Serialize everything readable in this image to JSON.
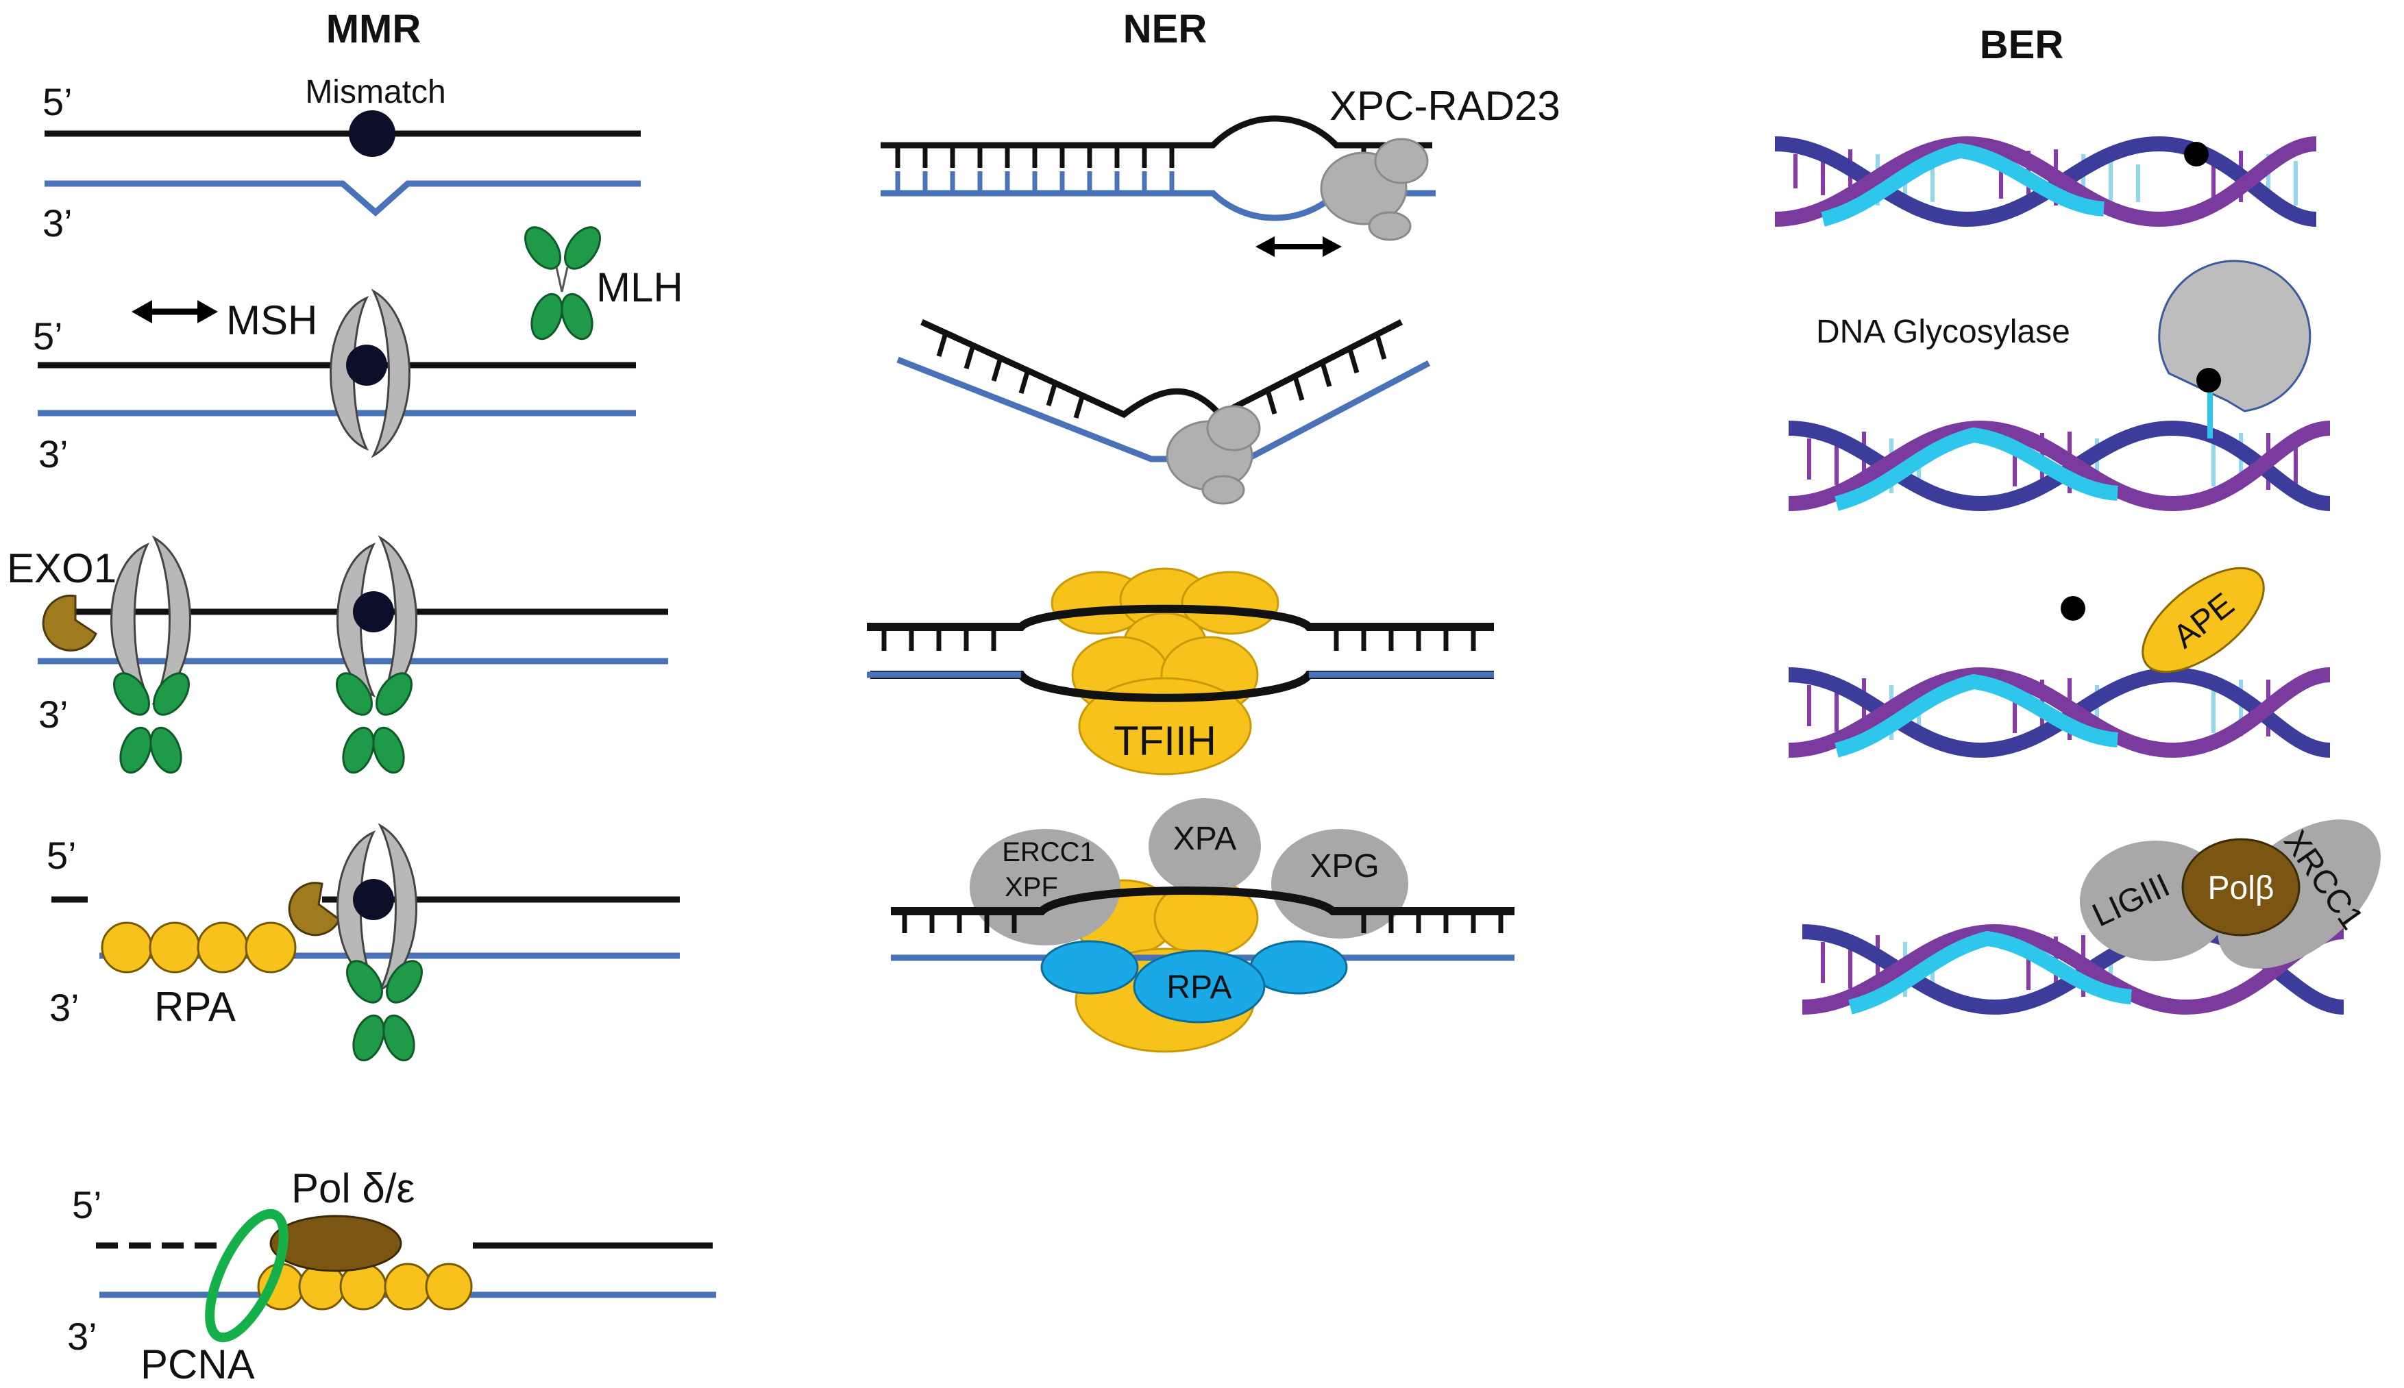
{
  "colors": {
    "strand_top": "#111111",
    "strand_bottom": "#4a72b8",
    "protein_gray": "#b8b8b8",
    "protein_gray_dark": "#9a9a9a",
    "mlh_green": "#1e9a48",
    "exo_brown": "#a07a1e",
    "rpa_yellow": "#f6c21b",
    "pol_brown": "#7a5612",
    "pcna_green": "#16b04a",
    "rpa_blue": "#1aa9e6",
    "helix_dark": "#3c3c9a",
    "helix_purple": "#7a3a9e",
    "helix_cyan": "#2ec6ea"
  },
  "columns": {
    "mmr": {
      "title": "MMR"
    },
    "ner": {
      "title": "NER"
    },
    "ber": {
      "title": "BER"
    }
  },
  "mmr": {
    "five_prime": "5’",
    "three_prime": "3’",
    "mismatch": "Mismatch",
    "msh": "MSH",
    "mlh": "MLH",
    "exo1": "EXO1",
    "rpa": "RPA",
    "pol": "Pol δ/ε",
    "pcna": "PCNA"
  },
  "ner": {
    "xpc": "XPC-RAD23",
    "tfiih": "TFIIH",
    "ercc1": "ERCC1",
    "xpf": "XPF",
    "xpa": "XPA",
    "xpg": "XPG",
    "rpa": "RPA"
  },
  "ber": {
    "glycosylase": "DNA Glycosylase",
    "ape": "APE",
    "ligiii": "LIGIII",
    "polb": "Polβ",
    "xrcc1": "XRCC1"
  }
}
